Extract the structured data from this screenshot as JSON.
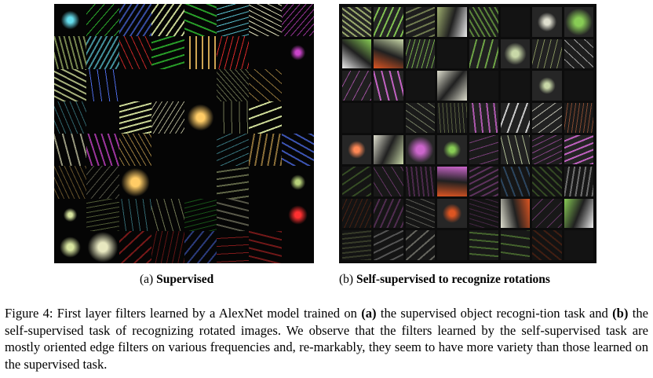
{
  "figure": {
    "panel_a": {
      "caption_prefix": "(a)",
      "caption_bold": "Supervised",
      "filters_description": "8x8 grid of first-layer AlexNet filters (supervised)"
    },
    "panel_b": {
      "caption_prefix": "(b)",
      "caption_bold": "Self-supervised to recognize rotations",
      "filters_description": "8x8 grid of first-layer AlexNet filters (self-supervised rotation prediction)"
    },
    "caption": {
      "part1": "Figure 4: First layer filters learned by a AlexNet model trained on ",
      "bold_a": "(a)",
      "part2": " the supervised object recogni-tion task and ",
      "bold_b": "(b)",
      "part3": " the self-supervised task of recognizing rotated images. We observe that the filters learned by the self-supervised task are mostly oriented edge filters on various frequencies and, re-markably, they seem to have more variety than those learned on the supervised task."
    }
  }
}
